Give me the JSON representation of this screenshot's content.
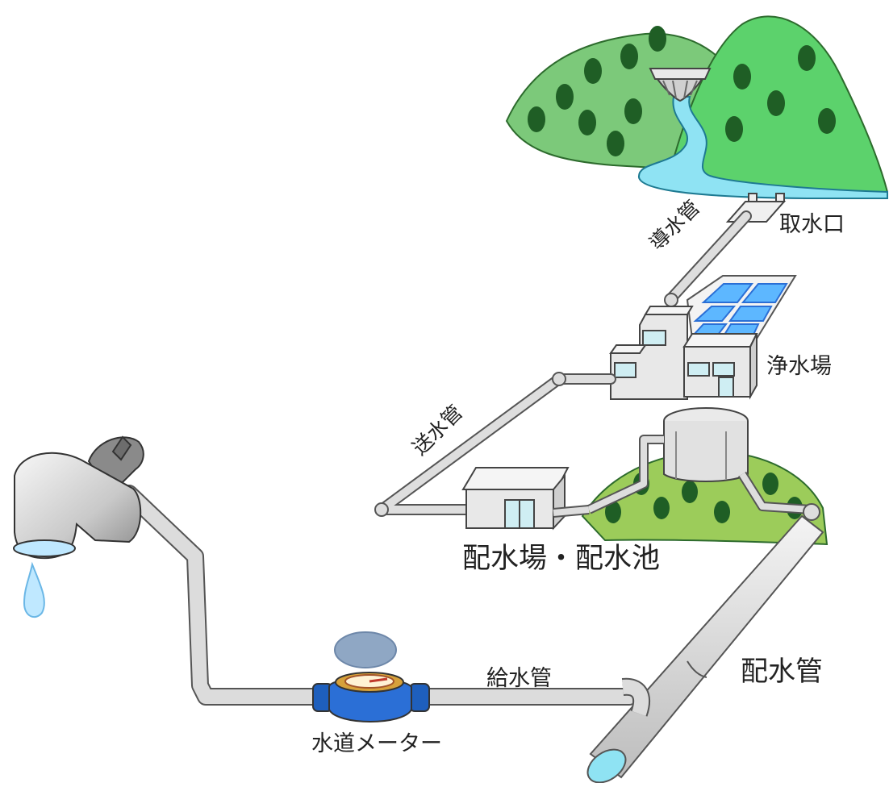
{
  "labels": {
    "intake": "取水口",
    "raw_pipe": "導水管",
    "purification_plant": "浄水場",
    "transmission_pipe": "送水管",
    "distribution_station": "配水場・配水池",
    "supply_pipe": "給水管",
    "distribution_main": "配水管",
    "water_meter": "水道メーター"
  },
  "colors": {
    "forest_dark": "#3f9b3f",
    "forest_light": "#7cc97a",
    "tree": "#1f5e25",
    "river": "#8fe3f3",
    "pipe": "#d9d9d9",
    "pipe_edge": "#6a6a6a",
    "building": "#e6e6e6",
    "meter": "#2b6fd6",
    "tank_hill": "#9ccc5a"
  }
}
